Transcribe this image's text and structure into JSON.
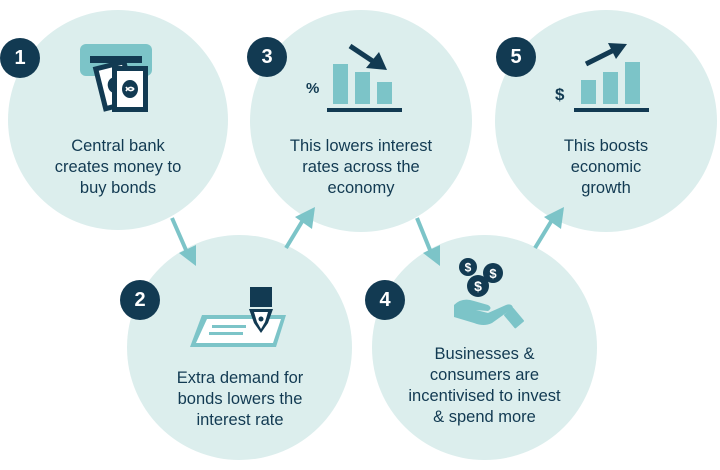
{
  "steps": [
    {
      "number": "1",
      "lines": [
        "Central bank",
        "creates money to",
        "buy bonds"
      ]
    },
    {
      "number": "2",
      "lines": [
        "Extra demand for",
        "bonds lowers the",
        "interest rate"
      ]
    },
    {
      "number": "3",
      "lines": [
        "This lowers interest",
        "rates across the",
        "economy"
      ]
    },
    {
      "number": "4",
      "lines": [
        "Businesses &",
        "consumers are",
        "incentivised to invest",
        "& spend more"
      ]
    },
    {
      "number": "5",
      "lines": [
        "This boosts",
        "economic",
        "growth"
      ]
    }
  ],
  "icons": {
    "step1": "atm-cash-icon",
    "step2": "signing-bond-icon",
    "step3": "falling-bar-chart-icon",
    "step4": "hand-coins-icon",
    "step5": "rising-bar-chart-icon"
  },
  "symbols": {
    "percent": "%",
    "dollar": "$"
  },
  "colors": {
    "circle": "#dceeed",
    "badge": "#123a52",
    "accent": "#7cc4c8",
    "text": "#123a52"
  }
}
